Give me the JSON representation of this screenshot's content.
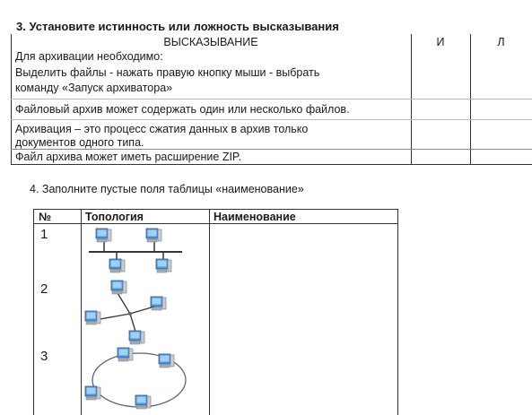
{
  "task3": {
    "title": "3. Установите истинность или ложность высказывания",
    "headers": {
      "statement": "ВЫСКАЗЫВАНИЕ",
      "true": "И",
      "false": "Л"
    },
    "rows": [
      {
        "lines": [
          "Для архивации необходимо:",
          "Выделить файлы - нажать правую кнопку мыши - выбрать",
          "команду «Запуск архиватора»"
        ]
      },
      {
        "lines": [
          "Файловый архив может содержать один или несколько файлов."
        ]
      },
      {
        "lines": [
          "Архивация – это процесс сжатия данных в архив только",
          "документов одного типа."
        ]
      },
      {
        "lines": [
          "Файл архива может иметь расширение ZIP."
        ]
      }
    ]
  },
  "task4": {
    "title": "4.  Заполните пустые поля таблицы «наименование»",
    "headers": {
      "num": "№",
      "topology": "Топология",
      "name": "Наименование"
    },
    "rows": [
      {
        "num": "1",
        "diagram": "bus-topology-icon"
      },
      {
        "num": "2",
        "diagram": "star-topology-icon"
      },
      {
        "num": "3",
        "diagram": "ring-topology-icon"
      }
    ]
  },
  "colors": {
    "monitor_screen": "#4f93d8",
    "line": "#333333",
    "ring": "#5a6478"
  }
}
